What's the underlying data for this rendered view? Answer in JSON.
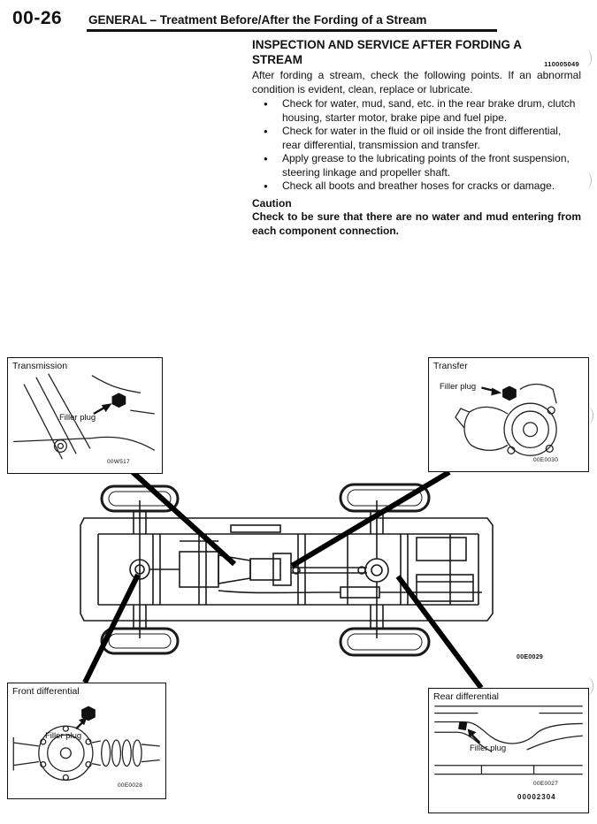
{
  "page": {
    "number": "00-26",
    "header": "GENERAL – Treatment Before/After the Fording of a Stream"
  },
  "section": {
    "title": "INSPECTION AND SERVICE AFTER FORDING A STREAM",
    "code": "110005049",
    "intro": "After fording a stream, check the following points. If an abnormal condition is evident, clean, replace or lubricate.",
    "bullets": [
      "Check for water, mud, sand, etc. in the rear brake drum, clutch housing, starter motor, brake pipe and fuel pipe.",
      "Check for water in the fluid or oil inside the front differential, rear differential, transmission and transfer.",
      "Apply grease to the lubricating points of the front suspension, steering linkage and propeller shaft.",
      "Check all boots and breather hoses for cracks or damage."
    ],
    "caution_label": "Caution",
    "caution_text": "Check to be sure that there are no water and mud entering from each component connection."
  },
  "diagram": {
    "chassis_code": "00E0029",
    "doc_code": "00002304",
    "callouts": [
      {
        "title": "Transmission",
        "plug_label": "Filler plug",
        "code": "00W517"
      },
      {
        "title": "Transfer",
        "plug_label": "Filler plug",
        "code": "00E0030"
      },
      {
        "title": "Front differential",
        "plug_label": "Filler plug",
        "code": "00E0028"
      },
      {
        "title": "Rear differential",
        "plug_label": "Filler plug",
        "code": "00E0027"
      }
    ]
  }
}
